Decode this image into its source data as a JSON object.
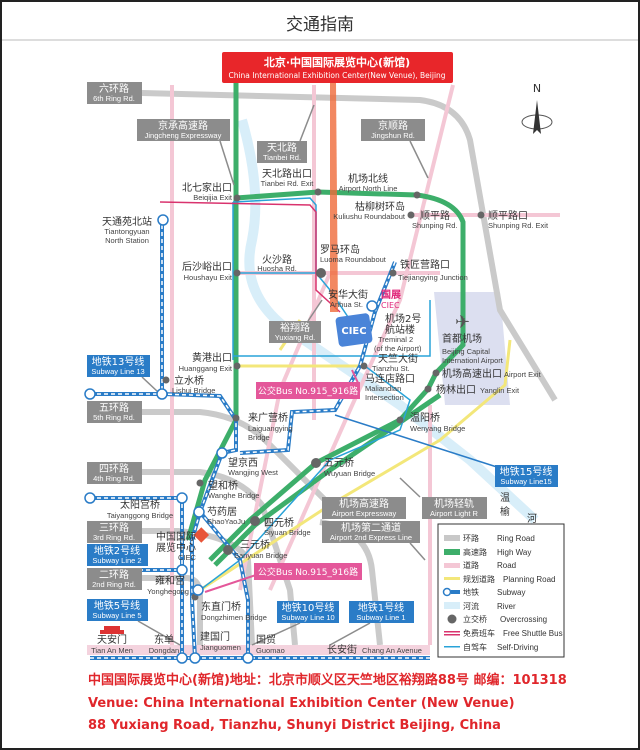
{
  "title": "交通指南",
  "venue_banner": {
    "zh": "北京·中国国际展览中心(新馆)",
    "en": "China International Exhibition Center(New Venue), Beijing"
  },
  "compass": "N",
  "road_boxes": {
    "ring6": {
      "zh": "六环路",
      "en": "6th Ring Rd."
    },
    "jingcheng": {
      "zh": "京承高速路",
      "en": "Jingcheng Expressway"
    },
    "tianbei": {
      "zh": "天北路",
      "en": "Tianbei Rd."
    },
    "jingshun": {
      "zh": "京顺路",
      "en": "Jingshun Rd."
    },
    "yuxiang": {
      "zh": "裕翔路",
      "en": "Yuxiang Rd."
    },
    "ring5": {
      "zh": "五环路",
      "en": "5th Ring Rd."
    },
    "ring4": {
      "zh": "四环路",
      "en": "4th Ring Rd."
    },
    "ring3": {
      "zh": "三环路",
      "en": "3rd Ring Rd."
    },
    "ring2": {
      "zh": "二环路",
      "en": "2nd Ring Rd."
    },
    "airport_expressway": {
      "zh": "机场高速路",
      "en": "Airport Expressway"
    },
    "airport_light_rail": {
      "zh": "机场轻轨",
      "en": "Airport Light R"
    },
    "airport_2nd": {
      "zh": "机场第二通道",
      "en": "Airport 2nd Express Line"
    }
  },
  "subway_boxes": {
    "line13": {
      "zh": "地铁13号线",
      "en": "Subway Line 13"
    },
    "line15": {
      "zh": "地铁15号线",
      "en": "Subway Line15"
    },
    "line2": {
      "zh": "地铁2号线",
      "en": "Subway Line 2"
    },
    "line5": {
      "zh": "地铁5号线",
      "en": "Subway Line 5"
    },
    "line10": {
      "zh": "地铁10号线",
      "en": "Subway Line 10"
    },
    "line1": {
      "zh": "地铁1号线",
      "en": "Subway Line 1"
    }
  },
  "bus_label": "公交Bus No.915_916路",
  "places": {
    "beiqijia": {
      "zh": "北七家出口",
      "en": "Beiqijia Exit"
    },
    "tianbei_exit": {
      "zh": "天北路出口",
      "en": "Tianbei Rd. Exit"
    },
    "airport_north": {
      "zh": "机场北线",
      "en": "Airport North Line"
    },
    "kuliushu": {
      "zh": "枯柳树环岛",
      "en": "Kuliushu Roundabout"
    },
    "shunping": {
      "zh": "顺平路",
      "en": "Shunping Rd."
    },
    "shunping_exit": {
      "zh": "顺平路口",
      "en": "Shunping Rd. Exit"
    },
    "tiantongyuan": {
      "zh": "天通苑北站",
      "en1": "Tiantongyuan",
      "en2": "North Station"
    },
    "houshayu": {
      "zh": "后沙峪出口",
      "en": "Houshayu Exit"
    },
    "huosha": {
      "zh": "火沙路",
      "en": "Huosha Rd."
    },
    "luoma": {
      "zh": "罗马环岛",
      "en": "Luoma Roundabout"
    },
    "tiejiangying": {
      "zh": "铁匠营路口",
      "en": "Tiejiangying Junction"
    },
    "anhua": {
      "zh": "安华大街",
      "en": "Anhua St."
    },
    "guozhan": {
      "zh": "国展",
      "en": "CIEC"
    },
    "ciec_logo": "CIEC",
    "terminal2": {
      "zh1": "机场2号",
      "zh2": "航站楼",
      "en1": "Treminal 2",
      "en2": "(of the Airport)"
    },
    "capital_airport": {
      "zh": "首都机场",
      "en1": "Beijing Capital",
      "en2": "Internationl Airport"
    },
    "huanggang": {
      "zh": "黄港出口",
      "en": "Huanggang Exit"
    },
    "tianzhu": {
      "zh": "天竺大街",
      "en": "Tianzhu St."
    },
    "maliandian": {
      "zh": "马连店路口",
      "en1": "Maliandian",
      "en2": "Intersection"
    },
    "airport_exit": {
      "zh": "机场高速出口",
      "en": "Airport Exit"
    },
    "yanglin": {
      "zh": "杨林出口",
      "en": "Yanglin Exit"
    },
    "lishui": {
      "zh": "立水桥",
      "en": "Lishui Bridge"
    },
    "laiguangying": {
      "zh": "来广营桥",
      "en1": "Laiguangying",
      "en2": "Bridge"
    },
    "wenyang": {
      "zh": "温阳桥",
      "en": "Wenyang Bridge"
    },
    "wangjing_west": {
      "zh": "望京西",
      "en": "Wangjing West"
    },
    "wuyuan": {
      "zh": "五元桥",
      "en": "Wuyuan Bridge"
    },
    "wanghe": {
      "zh": "望和桥",
      "en": "Wanghe Bridge"
    },
    "wenyu_river": {
      "c1": "温",
      "c2": "榆",
      "c3": "河"
    },
    "taiyanggong": {
      "zh": "太阳宫桥",
      "en": "Taiyanggong Bridge"
    },
    "shaoyaoju": {
      "zh": "芍药居",
      "en": "ShaoYaoJu"
    },
    "siyuan": {
      "zh": "四元桥",
      "en": "Siyuan Bridge"
    },
    "ciec_old": {
      "zh1": "中国国际",
      "zh2": "展览中心",
      "en": "CIEC"
    },
    "sanyuan": {
      "zh": "三元桥",
      "en": "Sanyuan Bridge"
    },
    "yonghegong": {
      "zh": "雍和宫",
      "en": "Yonghegong"
    },
    "dongzhimen": {
      "zh": "东直门桥",
      "en": "Dongzhimen Bridge"
    },
    "tiananmen": {
      "zh": "天安门",
      "en": "Tian An Men"
    },
    "dongdan": {
      "zh": "东单",
      "en": "Dongdan"
    },
    "jianguomen": {
      "zh": "建国门",
      "en": "Jianguomen"
    },
    "guomao": {
      "zh": "国贸",
      "en": "Guomao"
    },
    "changan": {
      "zh": "长安街",
      "en": "Chang An Avenue"
    }
  },
  "legend": [
    {
      "zh": "环路",
      "en": "Ring Road",
      "color": "#c8c8c8"
    },
    {
      "zh": "高速路",
      "en": "High Way",
      "color": "#3dae6a"
    },
    {
      "zh": "道路",
      "en": "Road",
      "color": "#f4c7d5"
    },
    {
      "zh": "规划道路",
      "en": "Planning Road",
      "color": "#f3e77a"
    },
    {
      "zh": "地铁",
      "en": "Subway",
      "color": "#2a7cc7"
    },
    {
      "zh": "河流",
      "en": "River",
      "color": "#d8eef9"
    },
    {
      "zh": "立交桥",
      "en": "Overcrossing",
      "color": "#666666"
    },
    {
      "zh": "免费班车",
      "en": "Free Shuttle Bus",
      "color": "#d9336e"
    },
    {
      "zh": "自驾车",
      "en": "Self-Driving",
      "color": "#29a3d8"
    }
  ],
  "address": {
    "line1": "中国国际展览中心(新馆)地址：北京市顺义区天竺地区裕翔路88号  邮编：101318",
    "line2": "Venue: China International Exhibition Center (New Venue)",
    "line3": "88 Yuxiang Road, Tianzhu, Shunyi District Beijing, China"
  },
  "colors": {
    "banner": "#e8262a",
    "box_gray": "#8c8c8c",
    "subway_box": "#2a7cc7",
    "bus_pink": "#e4579a",
    "address": "#e0262b"
  }
}
